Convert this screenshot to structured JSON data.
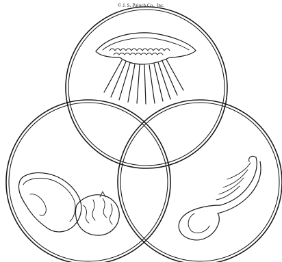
{
  "copyright": {
    "text": "© J. S. Paluch Co., Inc."
  },
  "artwork": {
    "subject": "three interlocking circles",
    "circles": [
      "top",
      "left",
      "right"
    ],
    "symbols": [
      "rays-from-cloud-icon",
      "loaves-icon",
      "dove-flame-icon"
    ],
    "stroke_color": "#1a1a1a",
    "background_color": "#ffffff"
  }
}
